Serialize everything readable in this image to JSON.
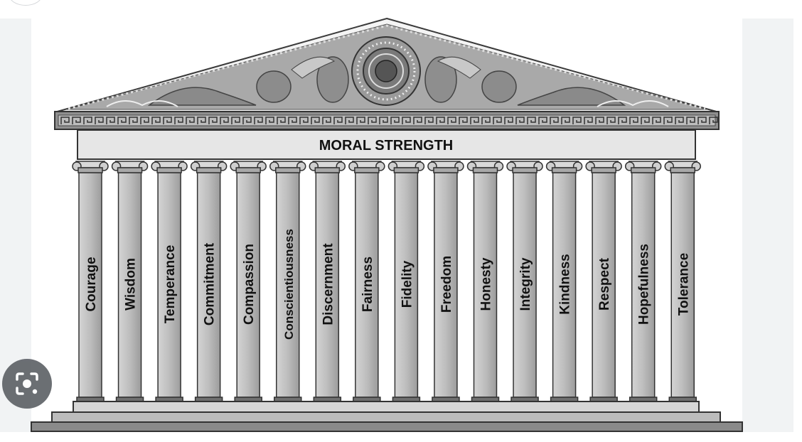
{
  "diagram": {
    "architrave_label": "MORAL STRENGTH",
    "columns": [
      "Courage",
      "Wisdom",
      "Temperance",
      "Commitment",
      "Compassion",
      "Conscientiousness",
      "Discernment",
      "Fairness",
      "Fidelity",
      "Freedom",
      "Honesty",
      "Integrity",
      "Kindness",
      "Respect",
      "Hopefulness",
      "Tolerance"
    ]
  },
  "icons": {
    "image_search": "lens-scan-icon"
  },
  "colors": {
    "column_fill": "#b7b7b7",
    "pediment_fill": "#a9a9a9",
    "outline": "#3a3a3a",
    "architrave_fill": "#e6e6e6",
    "page_bg": "#f1f3f4"
  }
}
